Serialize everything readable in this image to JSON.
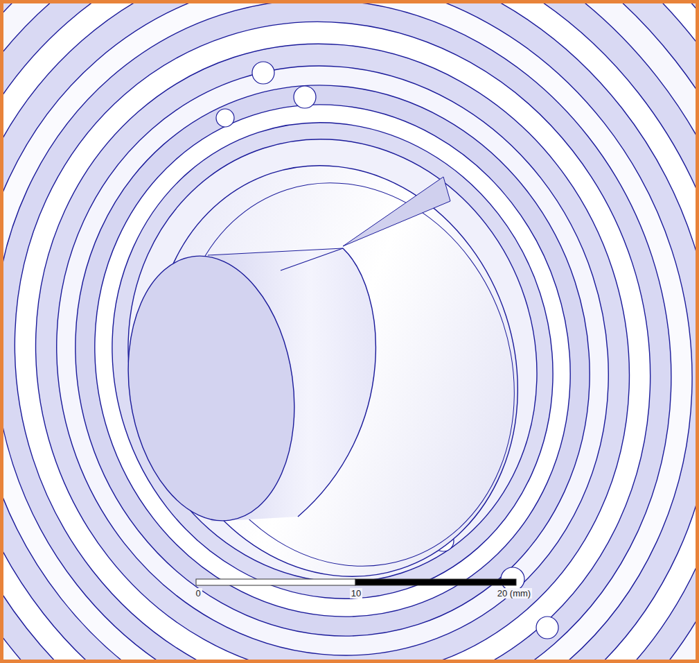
{
  "diagram": {
    "labels": [
      "0",
      "10",
      "20 (mm)"
    ]
  }
}
